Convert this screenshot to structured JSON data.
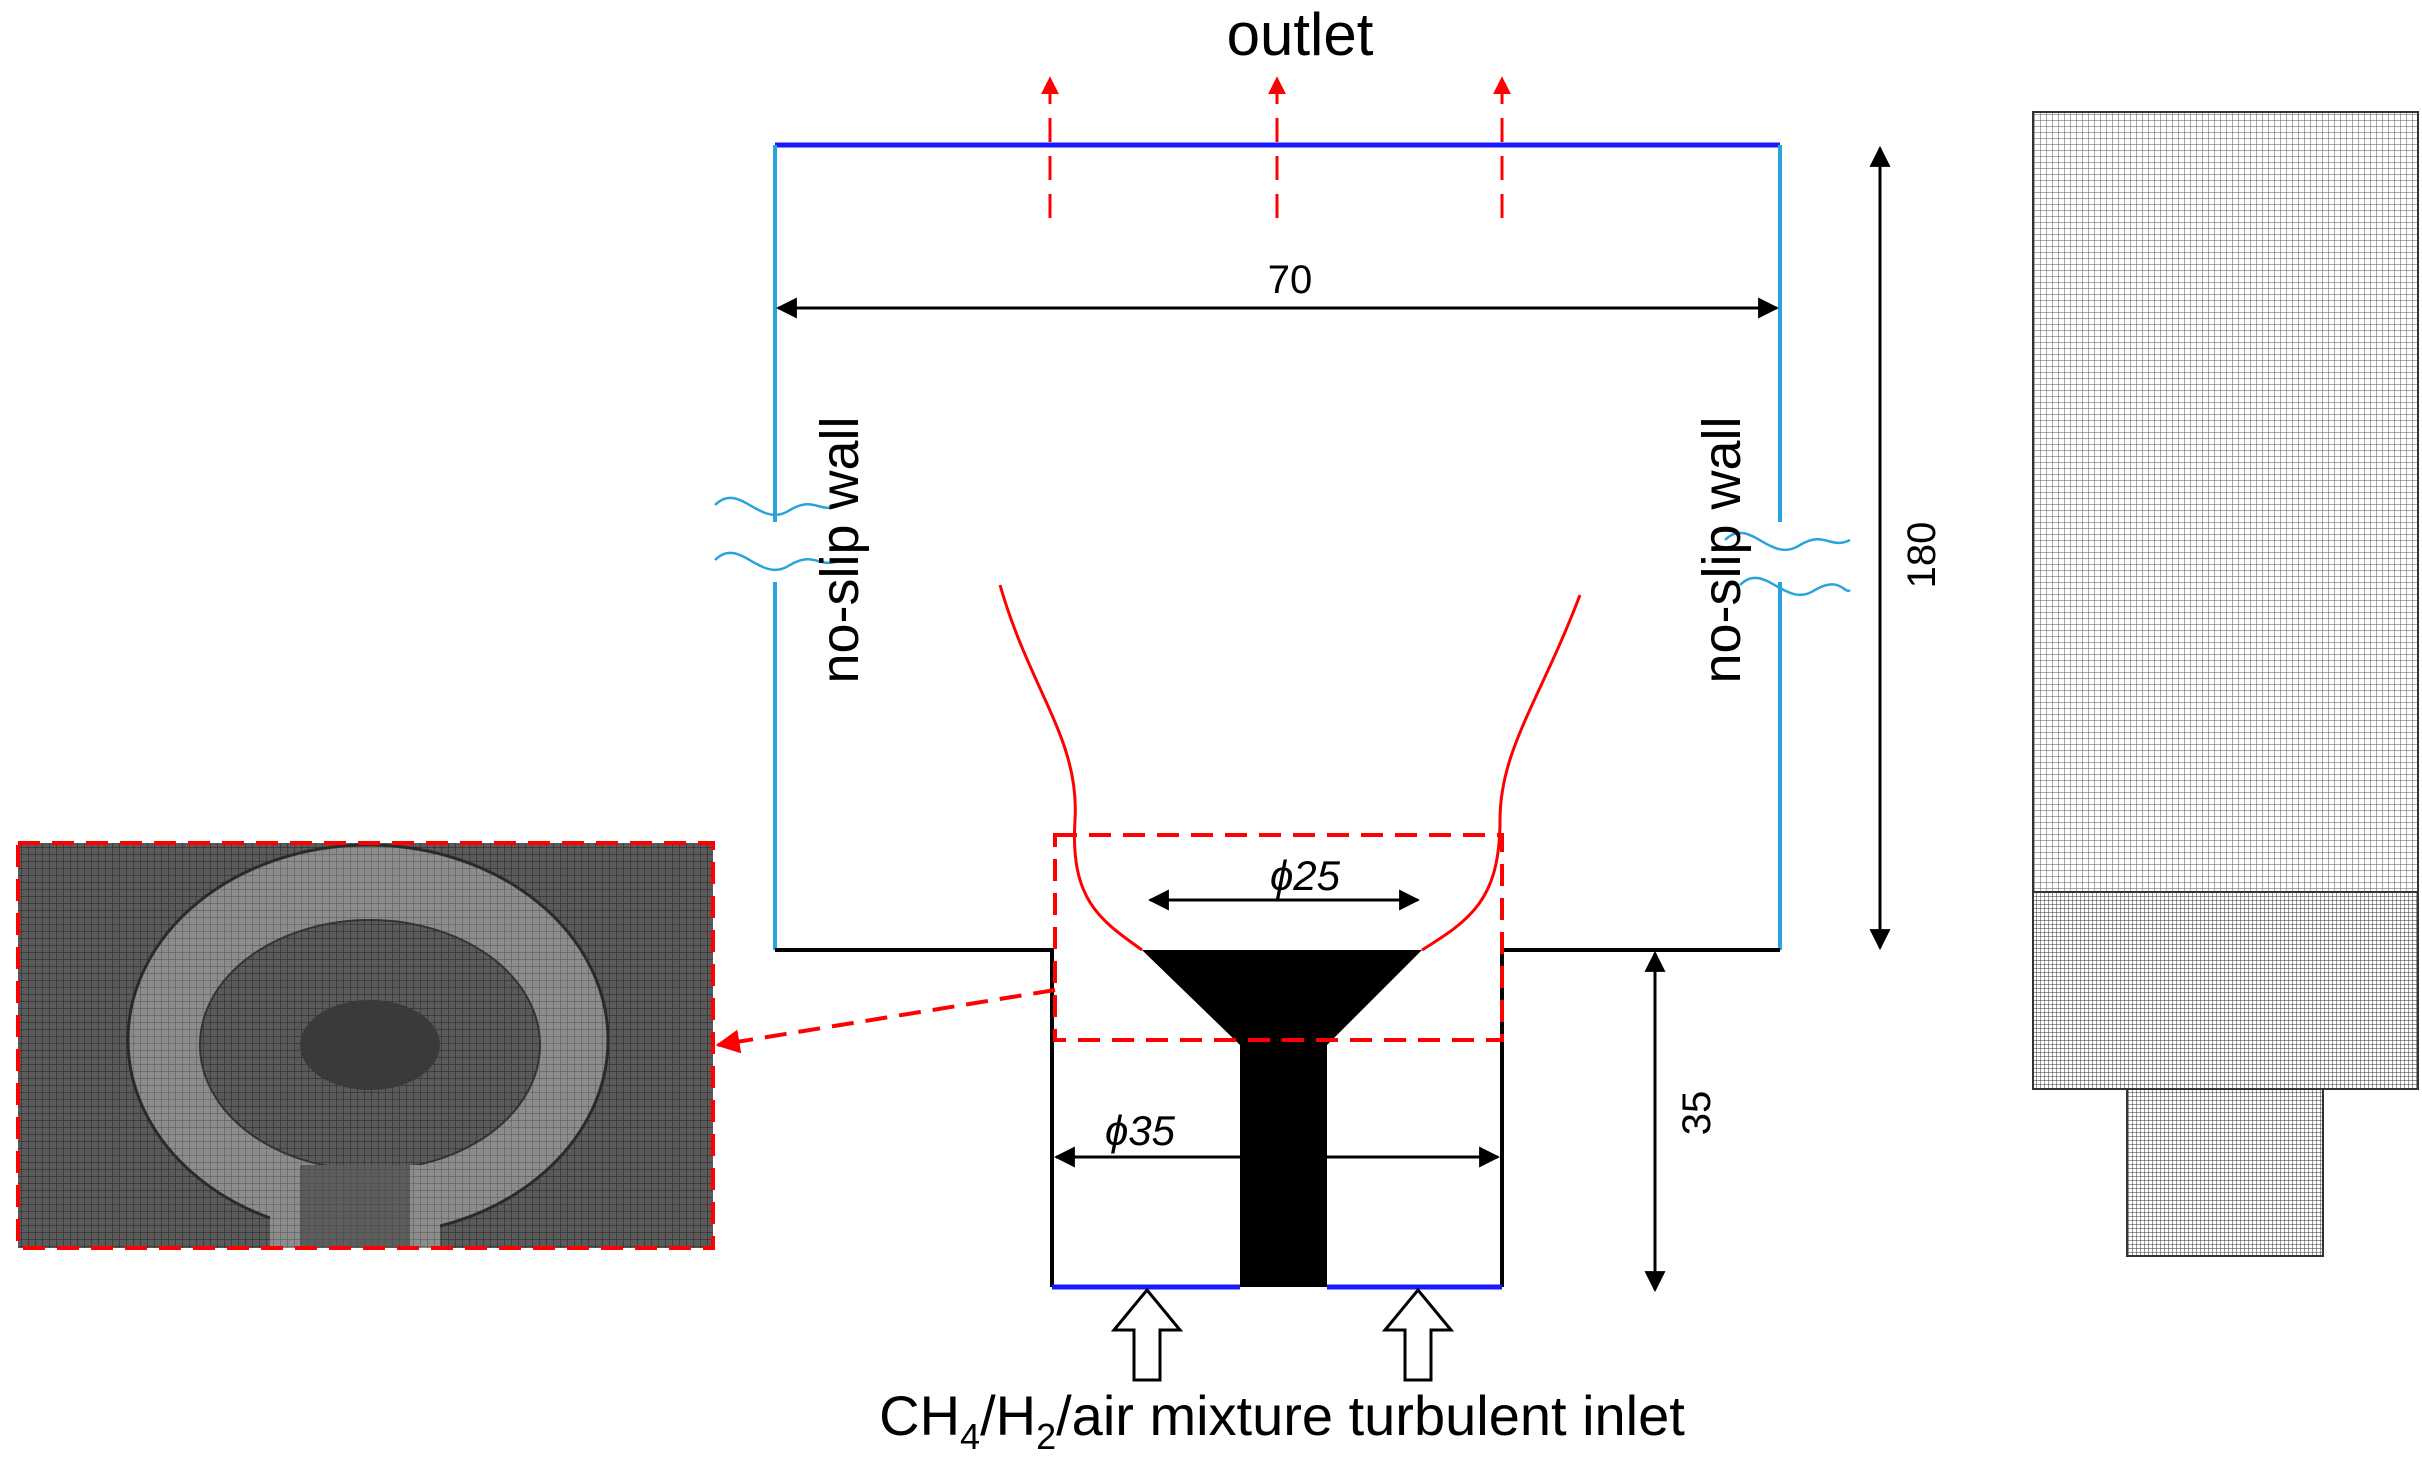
{
  "labels": {
    "outlet": "outlet",
    "wall_left": "no-slip wall",
    "wall_right": "no-slip wall",
    "width": "70",
    "height": "180",
    "inlet_height": "35",
    "bluff_dia": "ϕ25",
    "inlet_dia": "ϕ35",
    "inlet_part1": "CH",
    "inlet_sub1": "4",
    "inlet_part2": "/H",
    "inlet_sub2": "2",
    "inlet_part3": "/air mixture turbulent inlet"
  },
  "colors": {
    "outlet_line": "#1a1aff",
    "wall": "#29a3db",
    "flame": "#ff0000",
    "mesh_bg": "#565656",
    "mesh_line": "#2a2a2a"
  }
}
